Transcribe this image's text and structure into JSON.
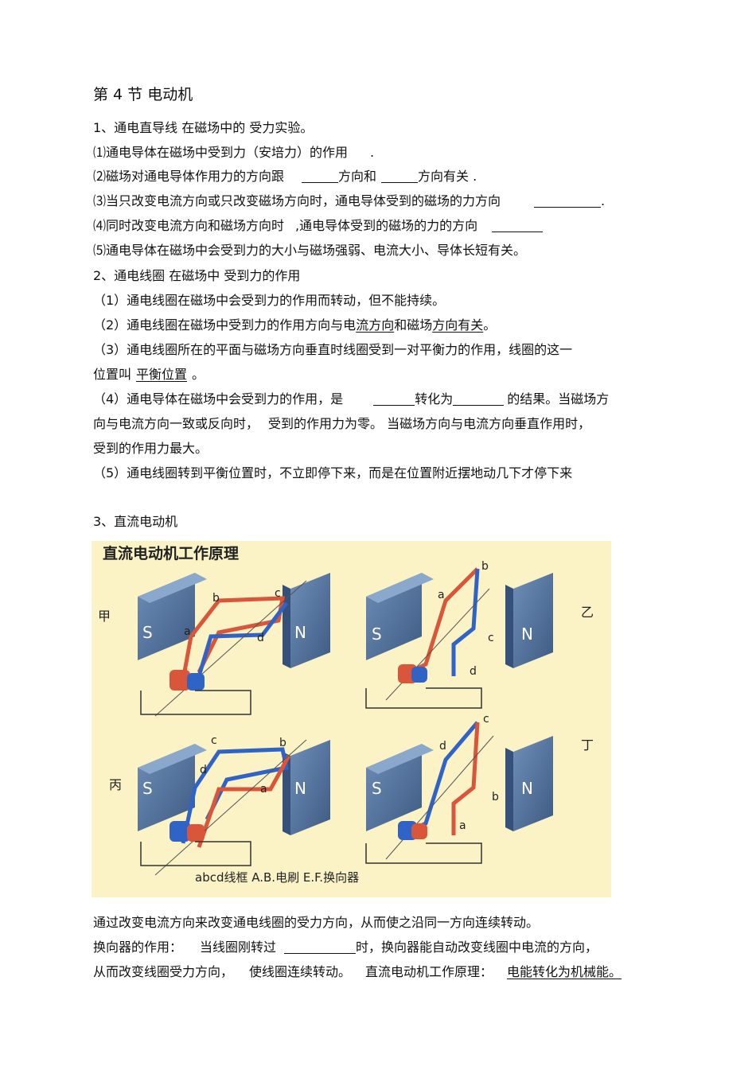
{
  "title": "第 4 节   电动机",
  "s1": {
    "heading": "1、通电直导线 在磁场中的 受力实验。",
    "p1": "⑴通电导体在磁场中受到力（安培力）的作用",
    "p1_end": ".",
    "p2_a": "⑵磁场对通电导体作用力的方向跟",
    "p2_b": "方向和",
    "p2_c": "方向有关 .",
    "p3": "⑶当只改变电流方向或只改变磁场方向时，通电导体受到的磁场的力方向",
    "p3_end": ".",
    "p4_a": "⑷同时改变电流方向和磁场方向时",
    "p4_b": ",通电导体受到的磁场的力的方向",
    "p5": "⑸通电导体在磁场中会受到力的大小与磁场强弱、电流大小、导体长短有关。"
  },
  "s2": {
    "heading": "2、通电线圈 在磁场中 受到力的作用",
    "p1": "（1）通电线圈在磁场中会受到力的作用而转动，但不能持续。",
    "p2_a": "（2）通电线圈在磁场中受到力的作用方向与电",
    "p2_b": "流方向",
    "p2_c": "和磁场",
    "p2_d": "方向有关",
    "p2_e": "。",
    "p3_a": "（3）通电线圈所在的平面与磁场方向垂直时线圈受到一对平衡力的作用，线圈的这一",
    "p3_b": "位置叫",
    "p3_c": "平衡位置",
    "p3_d": "。",
    "p4_a": "（4）通电导体在磁场中会受到力的作用，是",
    "p4_b": "转化为",
    "p4_c": "的结果。当磁场方",
    "p4_d": "向与电流方向一致或反向时，",
    "p4_e": "受到的作用力为零。 当磁场方向与电流方向垂直作用时，",
    "p4_f": "受到的作用力最大。",
    "p5": "（5）通电线圈转到平衡位置时，不立即停下来，而是在位置附近摆地动几下才停下来"
  },
  "s3": {
    "heading": "3、直流电动机",
    "p1": "通过改变电流方向来改变通电线圈的受力方向，从而使之沿同一方向连续转动。",
    "p2_a": "换向器的作用：",
    "p2_b": "当线圈刚转过",
    "p2_c": "时，换向器能自动改变线圈中电流的方向，",
    "p3_a": "从而改变线圈受力方向，",
    "p3_b": "使线圈连续转动。",
    "p3_c": "直流电动机工作原理：",
    "p3_d": "电能转化为机械能。"
  },
  "figure": {
    "title": "直流电动机工作原理",
    "panel_labels": [
      "甲",
      "乙",
      "丙",
      "丁"
    ],
    "pole_s": "S",
    "pole_n": "N",
    "coil_labels": [
      "a",
      "b",
      "c",
      "d"
    ],
    "caption": "abcd线框    A.B.电刷    E.F.换向器",
    "colors": {
      "background": "#fbf3c5",
      "magnet": "#4f6f98",
      "red_wire": "#d9563a",
      "blue_wire": "#2f63c6"
    }
  }
}
